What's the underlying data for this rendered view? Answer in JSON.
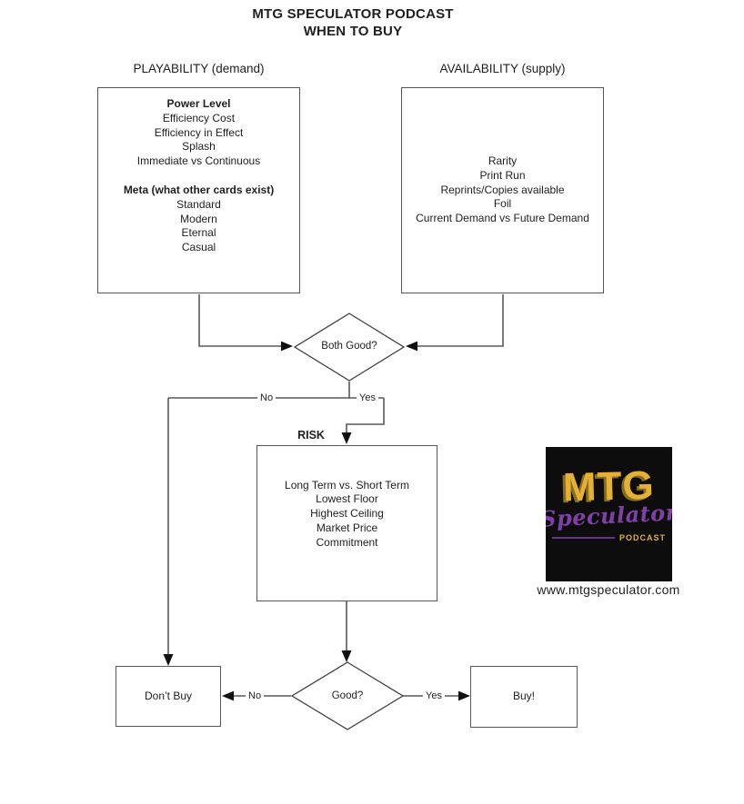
{
  "title": {
    "line1": "MTG SPECULATOR PODCAST",
    "line2": "WHEN TO BUY"
  },
  "playability": {
    "header": "PLAYABILITY (demand)",
    "power_title": "Power Level",
    "power_items": [
      "Efficiency Cost",
      "Efficiency in Effect",
      "Splash",
      "Immediate vs Continuous"
    ],
    "meta_title": "Meta (what other cards exist)",
    "meta_items": [
      "Standard",
      "Modern",
      "Eternal",
      "Casual"
    ]
  },
  "availability": {
    "header": "AVAILABILITY (supply)",
    "items": [
      "Rarity",
      "Print Run",
      "Reprints/Copies available",
      "Foil",
      "Current Demand vs Future Demand"
    ]
  },
  "decision_both_good": {
    "label": "Both Good?",
    "no_label": "No",
    "yes_label": "Yes"
  },
  "risk": {
    "header": "RISK",
    "items": [
      "Long Term vs. Short Term",
      "Lowest Floor",
      "Highest Ceiling",
      "Market Price",
      "Commitment"
    ]
  },
  "decision_good": {
    "label": "Good?",
    "no_label": "No",
    "yes_label": "Yes"
  },
  "outcomes": {
    "dont_buy": "Don’t Buy",
    "buy": "Buy!"
  },
  "logo": {
    "line1": "MTG",
    "line2": "Speculator",
    "line3": "PODCAST",
    "website": "www.mtgspeculator.com",
    "background": "#0d0d0d",
    "gold": "#e2b136",
    "purple": "#8040a8"
  },
  "colors": {
    "connector_line": "#595959",
    "box_border": "#555555",
    "arrowhead": "#111111",
    "text": "#1f1f1f"
  }
}
